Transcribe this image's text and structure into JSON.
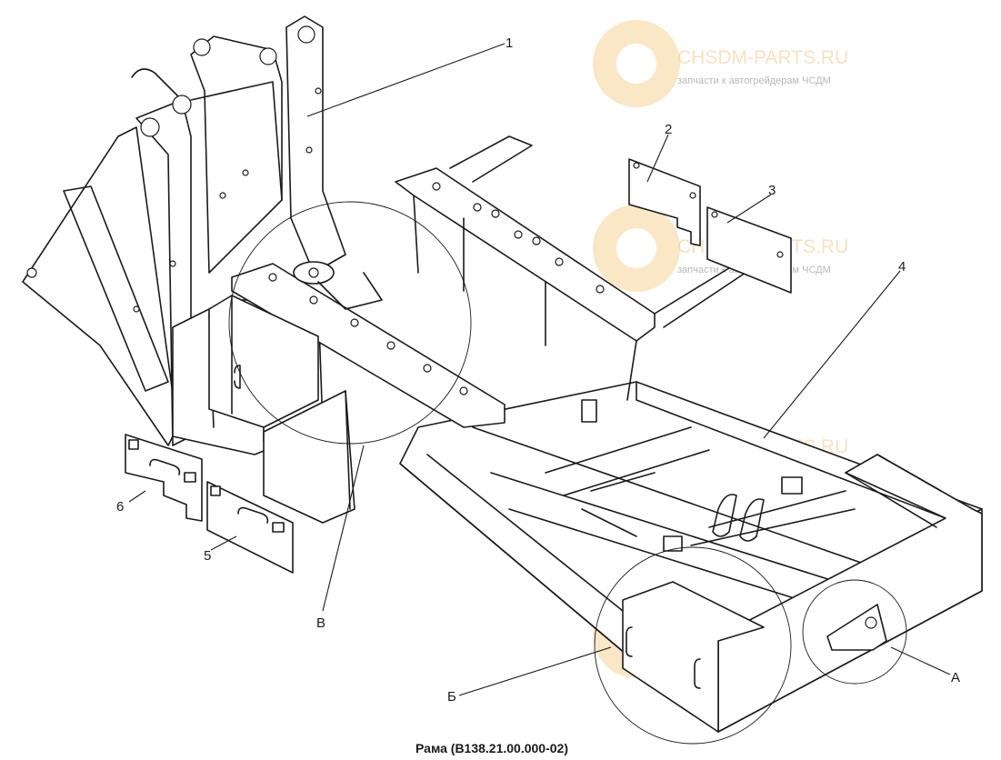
{
  "caption": "Рама (В138.21.00.000-02)",
  "callouts": {
    "c1": "1",
    "c2": "2",
    "c3": "3",
    "c4": "4",
    "c5": "5",
    "c6": "6",
    "cA": "А",
    "cB": "Б",
    "cV": "В"
  },
  "watermark": {
    "title": "CHSDM-PARTS.RU",
    "subtitle": "запчасти к автогрейдерам ЧСДМ",
    "color": "#f3c98a"
  }
}
